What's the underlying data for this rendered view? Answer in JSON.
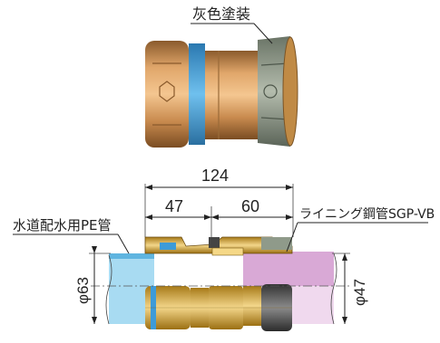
{
  "labels": {
    "coating": "灰色塗装",
    "left_pipe": "水道配水用PE管",
    "right_pipe": "ライニング鋼管SGP-VB"
  },
  "dimensions": {
    "overall_length": "124",
    "left_length": "47",
    "right_length": "60",
    "left_diameter": "φ63",
    "right_diameter": "φ47"
  },
  "colors": {
    "bronze": "#c98b4f",
    "blue_band": "#3d9bd8",
    "gray_coating": "#8f9a8a",
    "pe_pipe": "#9dd5ef",
    "lined_pipe": "#d9a9d6"
  }
}
